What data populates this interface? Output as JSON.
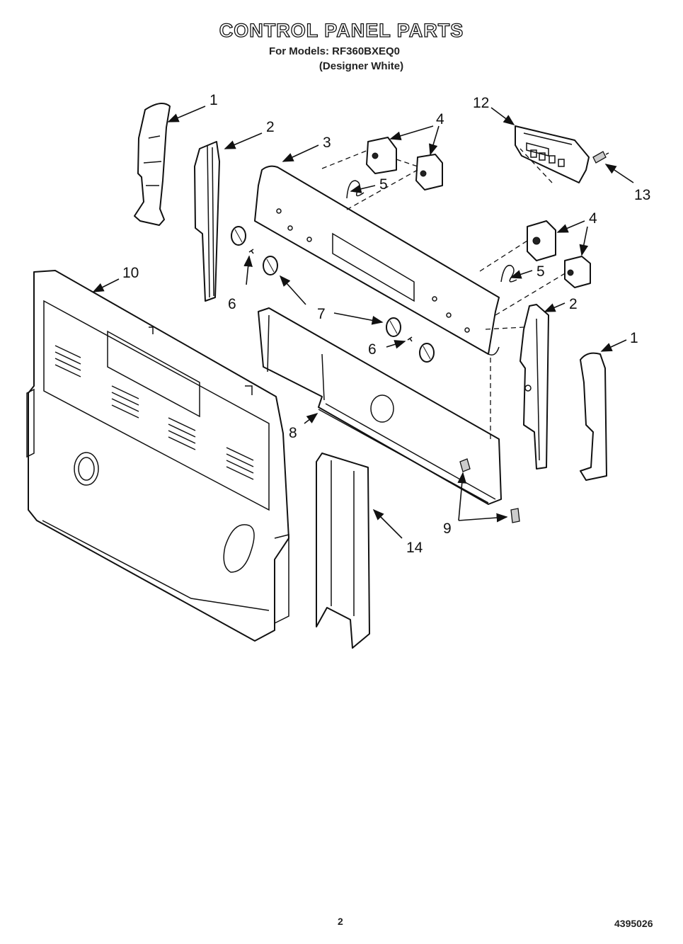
{
  "header": {
    "title": "CONTROL PANEL PARTS",
    "model_line": "For Models: RF360BXEQ0",
    "finish_line": "(Designer White)"
  },
  "footer": {
    "page_number": "2",
    "document_number": "4395026"
  },
  "callouts": {
    "side_trim_left": "1",
    "side_trim_right": "1",
    "bracket_left": "2",
    "bracket_right": "2",
    "control_panel": "3",
    "switch_upper": "4",
    "switch_right": "4",
    "wire_upper": "5",
    "wire_right": "5",
    "screw_left": "6",
    "screw_center": "6",
    "knob": "7",
    "panel_support": "8",
    "screws": "9",
    "rear_panel": "10",
    "clock_module": "12",
    "clock_screw": "13",
    "side_channel": "14"
  }
}
